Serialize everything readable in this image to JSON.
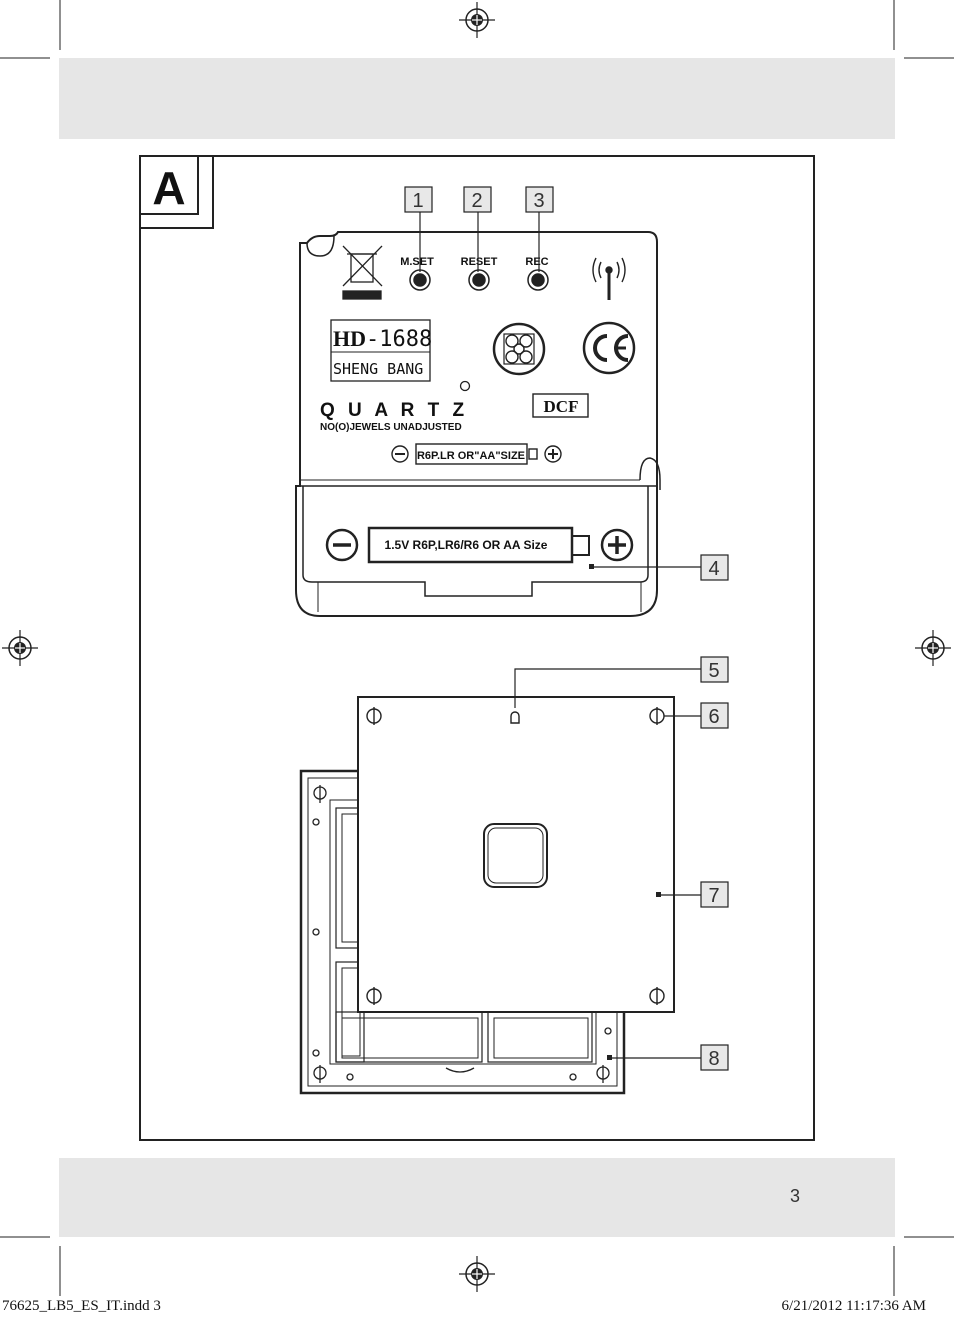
{
  "figure_label": "A",
  "page_number": "3",
  "footer": {
    "file": "76625_LB5_ES_IT.indd   3",
    "timestamp": "6/21/2012   11:17:36 AM"
  },
  "movement": {
    "buttons": [
      "M.SET",
      "RESET",
      "REC"
    ],
    "model_brand": "HD",
    "model_number": "-1688",
    "maker": "SHENG  BANG",
    "quartz": "Q U A R T Z",
    "jewels": "NO(O)JEWELS UNADJUSTED",
    "battery_small": "R6P.LR OR\"AA\"SIZE",
    "battery_large": "1.5V R6P,LR6/R6 OR AA Size",
    "dcf": "DCF"
  },
  "callouts": [
    "1",
    "2",
    "3",
    "4",
    "5",
    "6",
    "7",
    "8"
  ]
}
